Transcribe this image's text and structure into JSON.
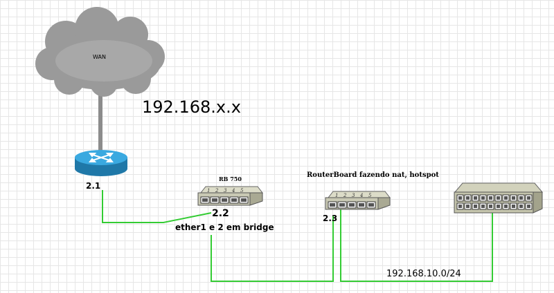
{
  "diagram": {
    "cloud_label": "WAN",
    "wan_ip_label": "192.168.x.x",
    "router": {
      "ip_label": "2.1"
    },
    "rb750": {
      "title": "RB 750",
      "ip_label": "2.2",
      "bridge_label": "ether1 e 2 em bridge",
      "port_numbers": [
        "1",
        "2",
        "3",
        "4",
        "5"
      ]
    },
    "routerboard": {
      "title": "RouterBoard fazendo nat, hotspot",
      "ip_label": "2.3",
      "port_numbers": [
        "1",
        "2",
        "3",
        "4",
        "5"
      ]
    },
    "lan_subnet_label": "192.168.10.0/24",
    "colors": {
      "link_green": "#33cc33",
      "cloud_gray": "#9a9a9a",
      "router_blue": "#2a9fd6",
      "switch_body": "#c9c9b4"
    }
  }
}
